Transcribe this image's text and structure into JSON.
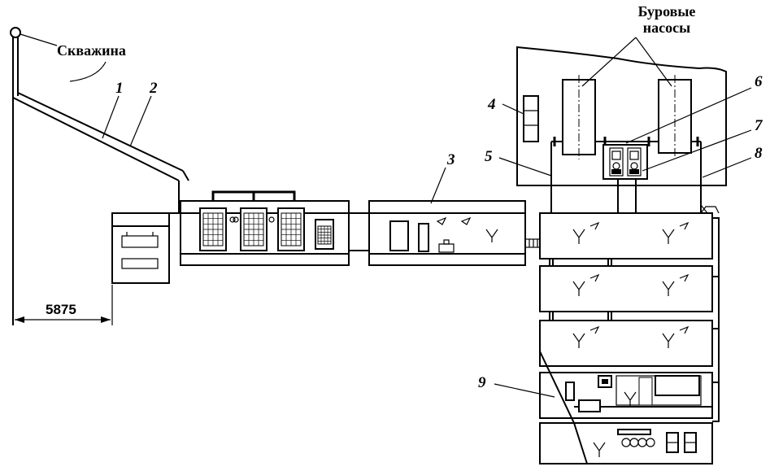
{
  "labels": {
    "well": "Скважина",
    "pumps_line1": "Буровые",
    "pumps_line2": "насосы",
    "dimension": "5875"
  },
  "callouts": [
    "1",
    "2",
    "3",
    "4",
    "5",
    "6",
    "7",
    "8",
    "9"
  ]
}
